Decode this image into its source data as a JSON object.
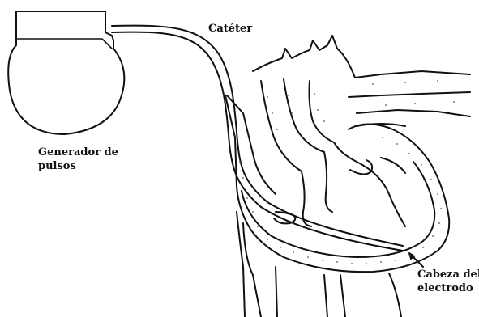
{
  "labels": {
    "cateter": "Catéter",
    "generador_line1": "Generador de",
    "generador_line2": "pulsos",
    "cabeza_line1": "Cabeza del",
    "cabeza_line2": "electrodo"
  },
  "colors": {
    "ink": "#111111",
    "background": "#ffffff",
    "stipple": "#555555"
  }
}
